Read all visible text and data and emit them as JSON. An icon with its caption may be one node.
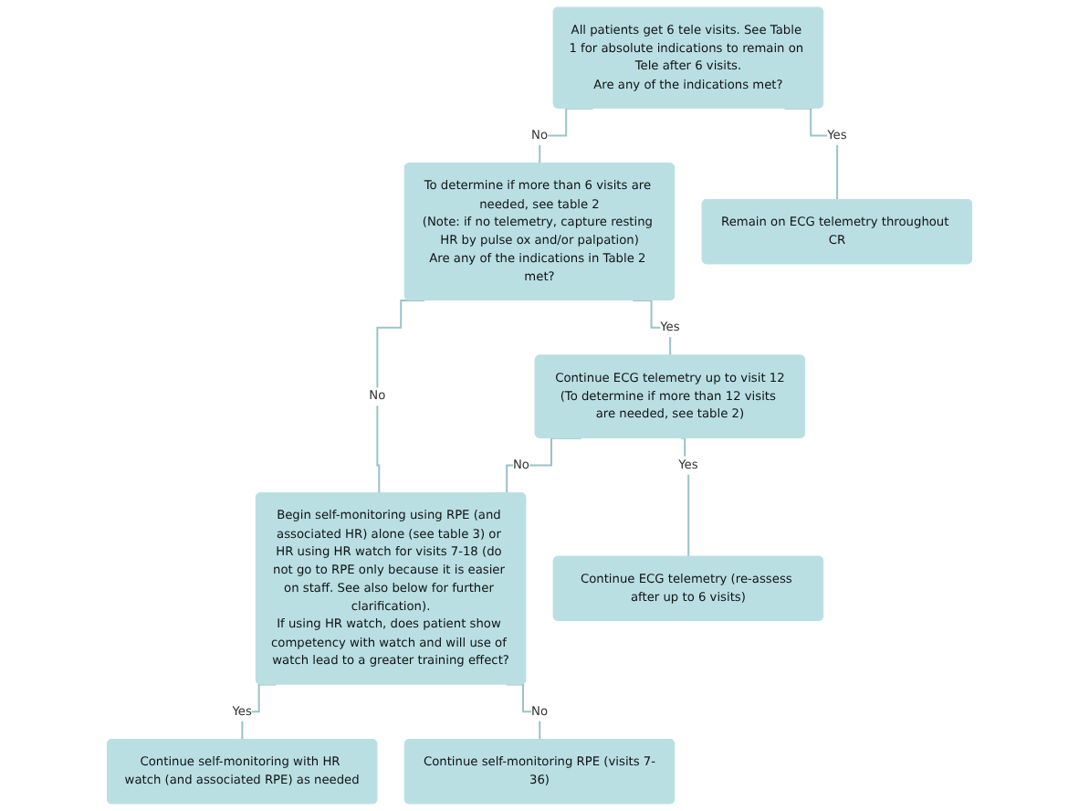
{
  "diagram": {
    "nodes": [
      {
        "text": [
          "All patients get 6 tele visits. See Table 1 for absolute indications to remain on Tele after 6 visits.",
          "Are any of the indications met?"
        ]
      },
      {
        "text": [
          "To determine if more than 6 visits are needed, see table 2",
          "(Note: if no telemetry, capture resting HR by pulse ox and/or palpation)",
          "Are any of the indications in Table 2 met?"
        ]
      },
      {
        "text": [
          "Remain on ECG telemetry throughout CR"
        ]
      },
      {
        "text": [
          "Continue ECG telemetry up to visit 12",
          "(To determine if more than 12 visits are needed, see table 2)"
        ]
      },
      {
        "text": [
          "Begin self-monitoring using RPE (and associated HR) alone (see table 3) or HR using HR watch for visits 7-18 (do not go to RPE only because it is easier on staff. See also below for further clarification).",
          "If using HR watch, does patient show competency with watch and will use of watch lead to a greater training effect?"
        ]
      },
      {
        "text": [
          "Continue ECG telemetry (re-assess after up to 6 visits)"
        ]
      },
      {
        "text": [
          "Continue self-monitoring with HR watch (and associated RPE) as needed"
        ]
      },
      {
        "text": [
          "Continue self-monitoring RPE (visits 7-36)"
        ]
      }
    ],
    "edges": [
      {
        "from": 0,
        "to": 1,
        "arrow": "none",
        "label": "No"
      },
      {
        "from": 0,
        "to": 2,
        "arrow": "none",
        "label": "Yes"
      },
      {
        "from": 1,
        "to": 3,
        "arrow": "none",
        "label": "Yes"
      },
      {
        "from": 1,
        "to": 4,
        "arrow": "none",
        "label": "No"
      },
      {
        "from": 3,
        "to": 4,
        "arrow": "none",
        "label": "No"
      },
      {
        "from": 3,
        "to": 5,
        "arrow": "none",
        "label": "Yes"
      },
      {
        "from": 4,
        "to": 6,
        "arrow": "none",
        "label": "Yes"
      },
      {
        "from": 4,
        "to": 7,
        "arrow": "none",
        "label": "No"
      }
    ]
  }
}
